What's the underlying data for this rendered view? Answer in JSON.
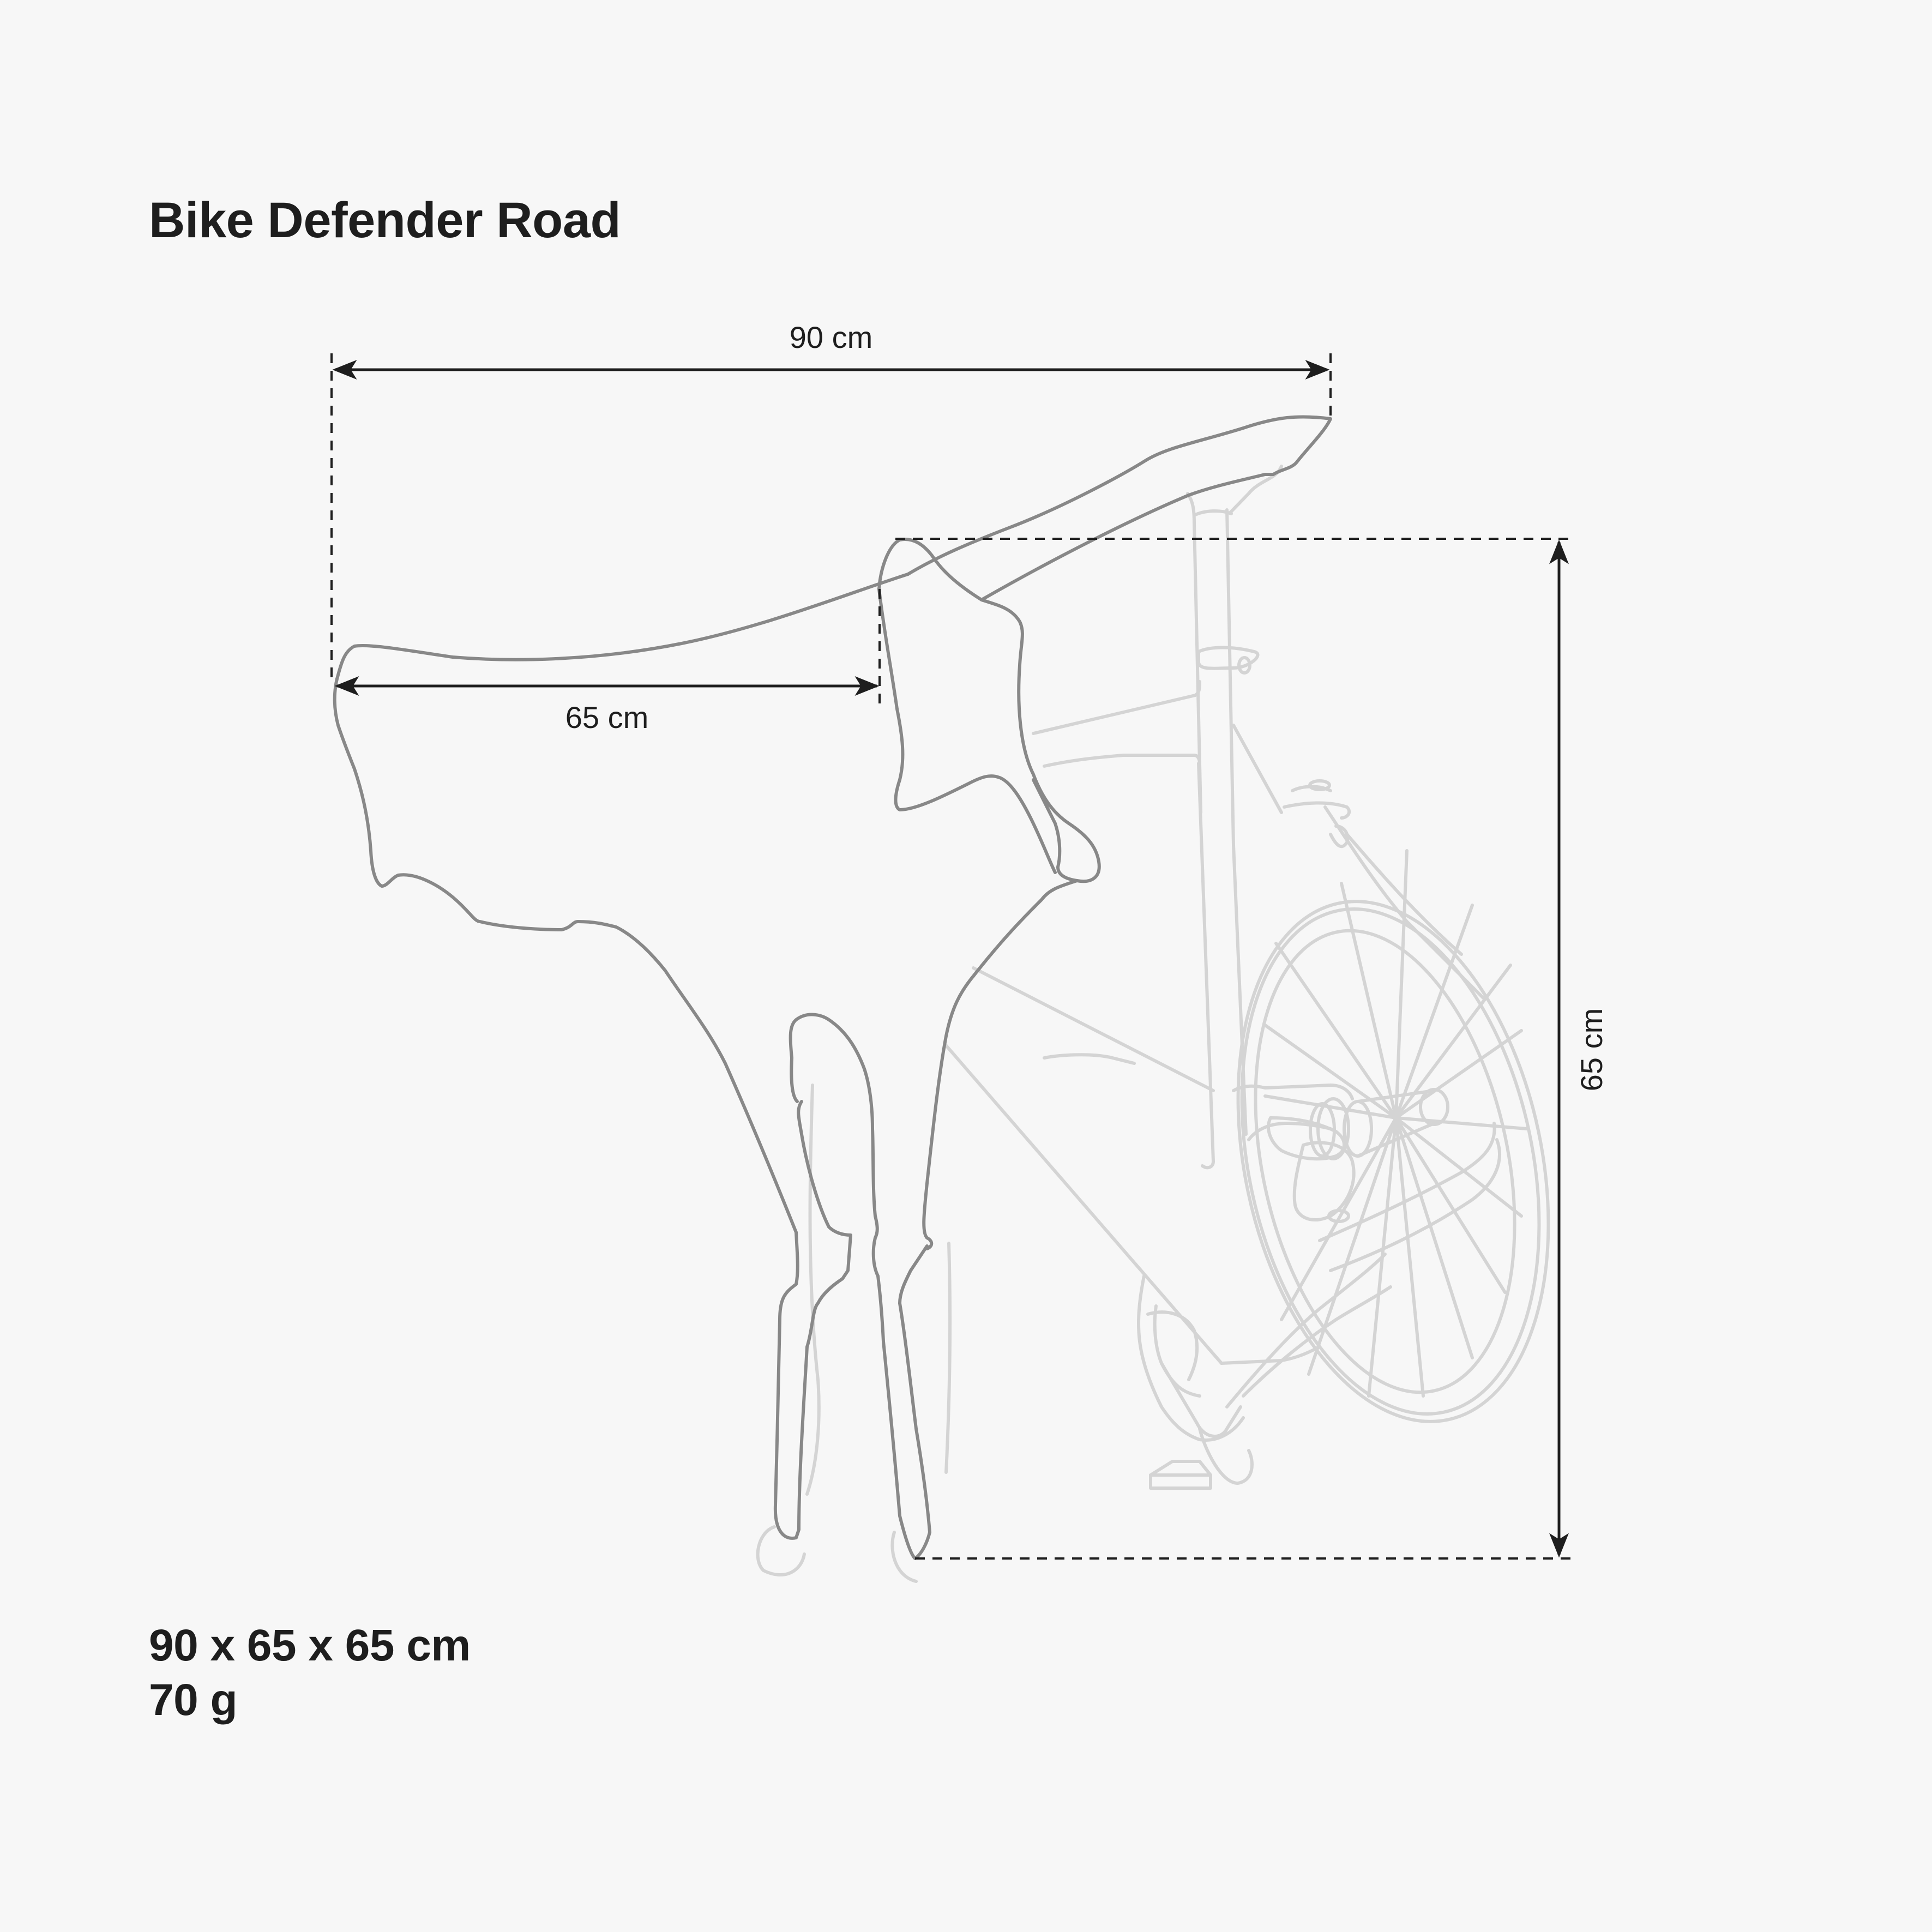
{
  "header": {
    "title": "Bike Defender Road"
  },
  "dimensions": {
    "overall_length": "90 cm",
    "front_width": "65 cm",
    "height": "65 cm"
  },
  "specs": {
    "size": "90 x 65 x 65 cm",
    "weight": "70 g"
  },
  "colors": {
    "background": "#f7f7f7",
    "text": "#1e1e1e",
    "cover_outline": "#888888",
    "bike_outline": "#d4d4d4",
    "dimension_lines": "#1e1e1e"
  }
}
